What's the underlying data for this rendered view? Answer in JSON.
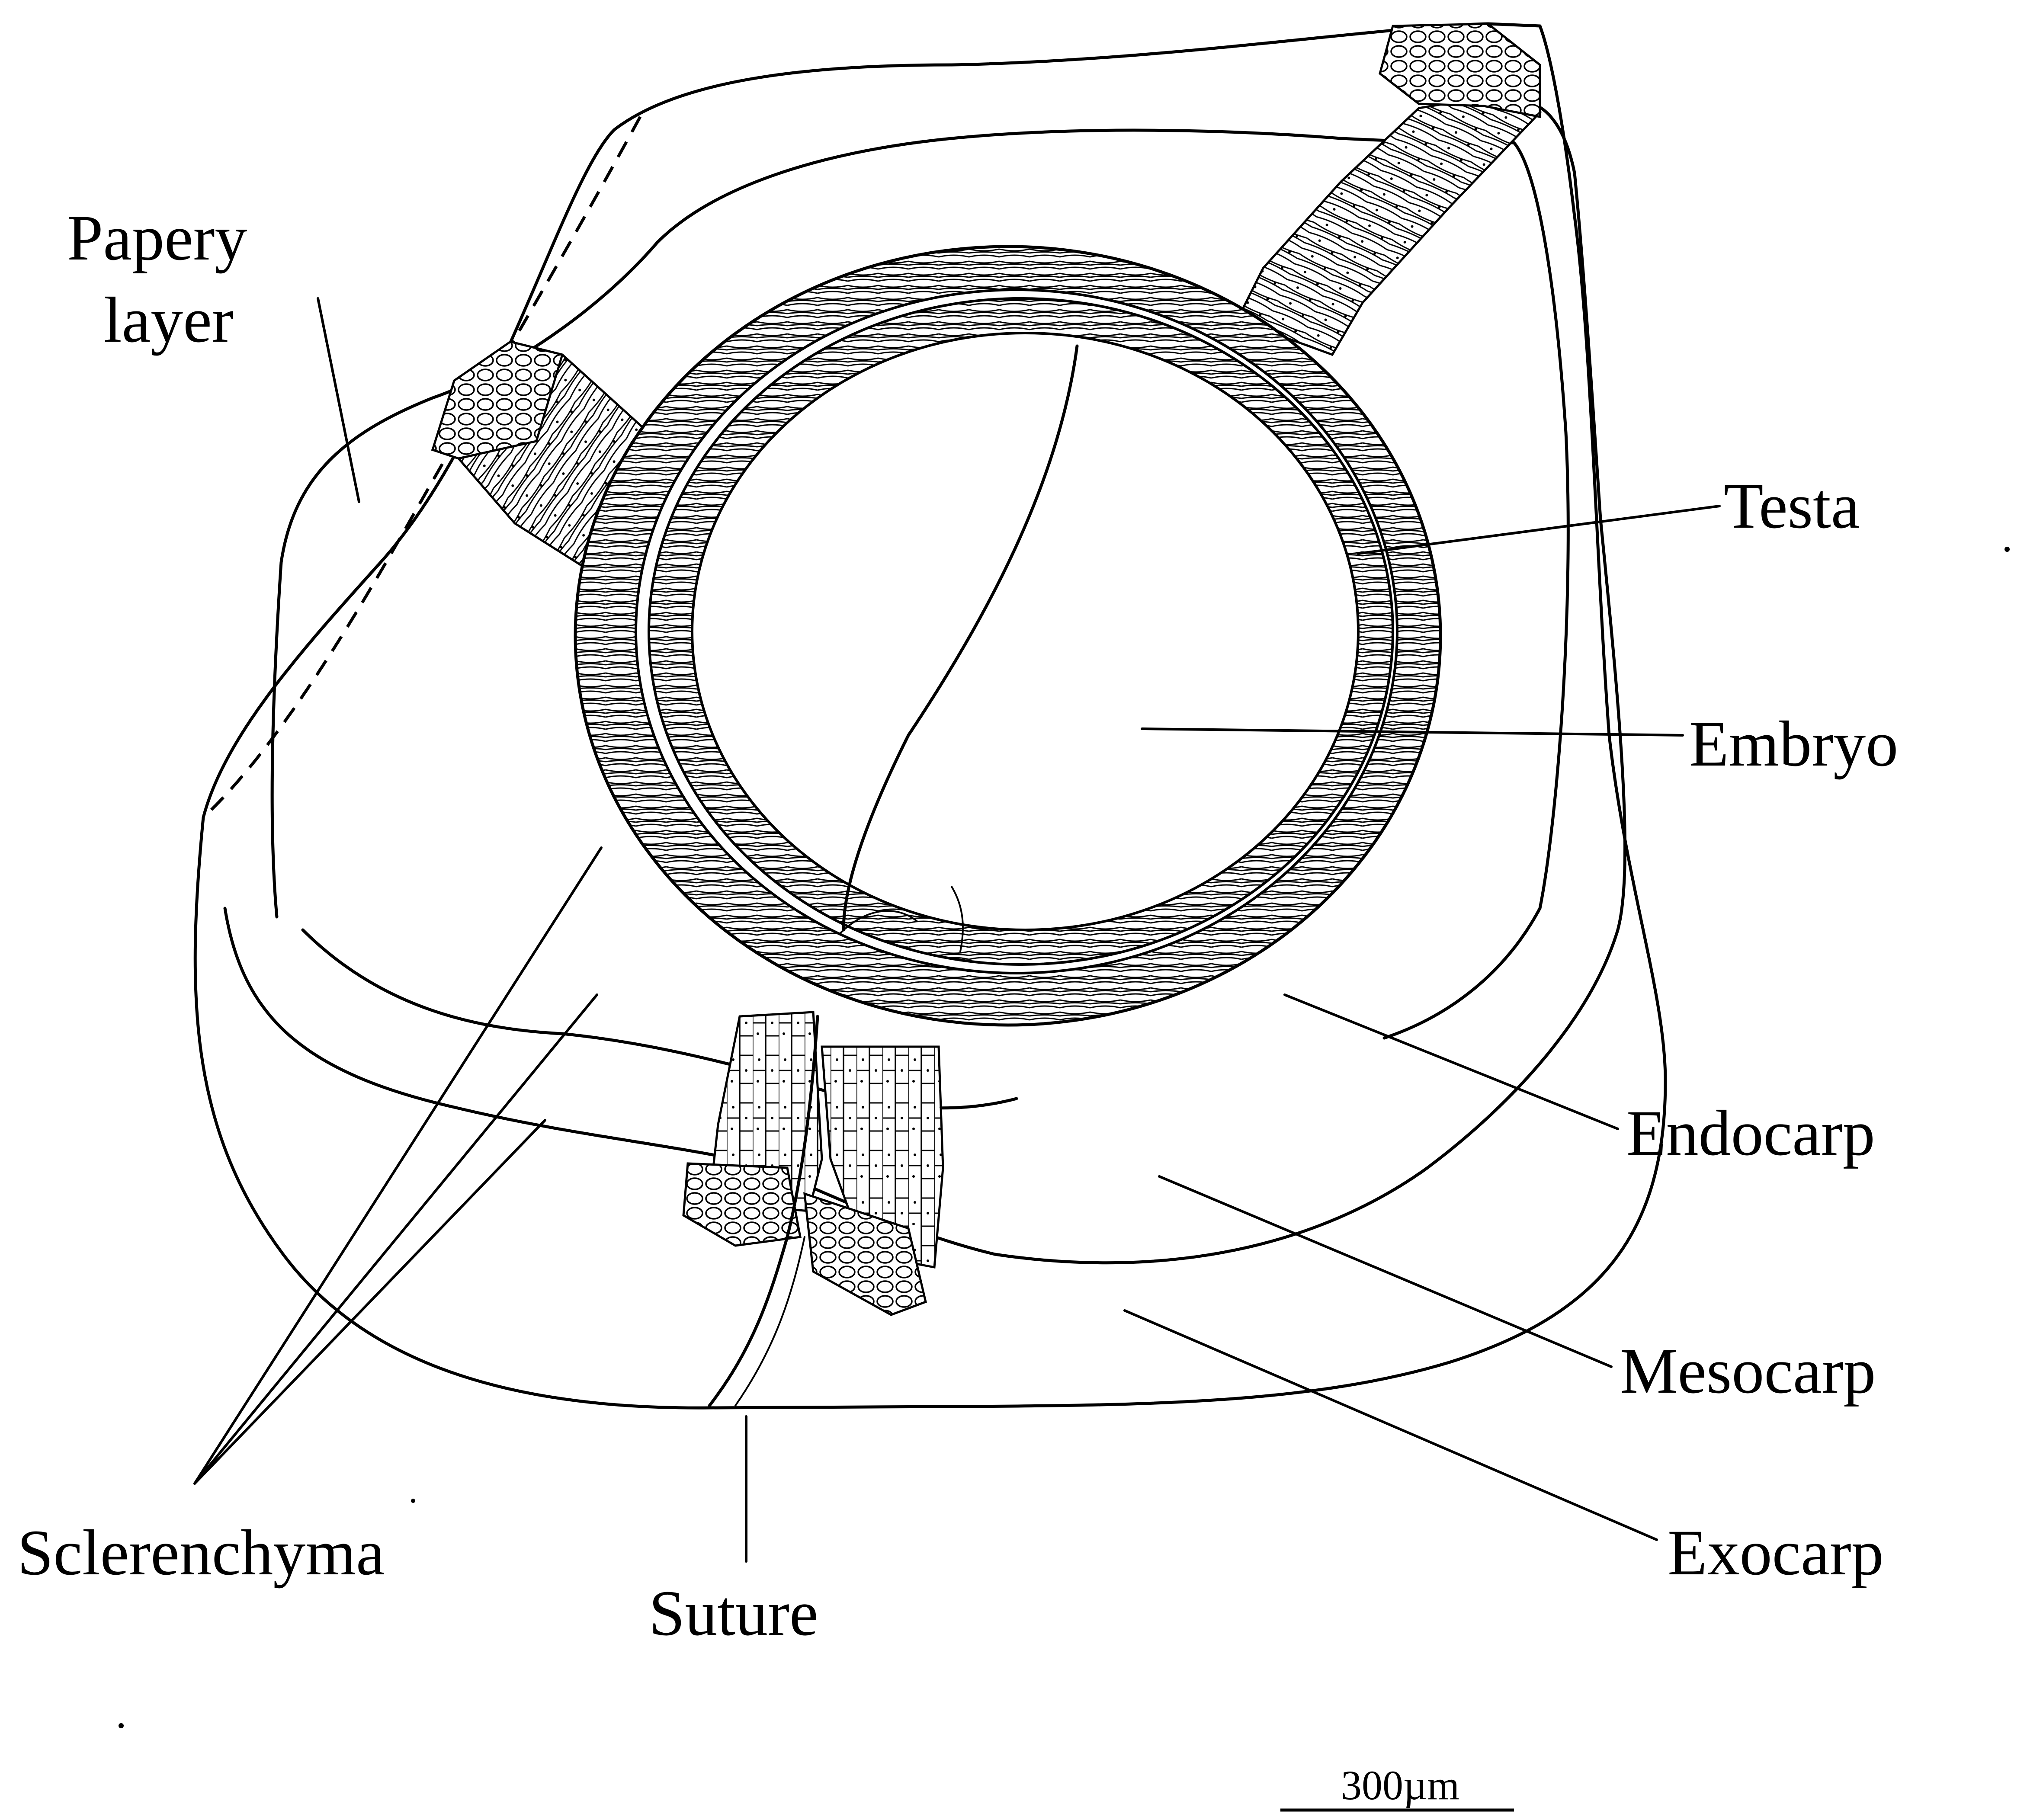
{
  "labels": {
    "papery_layer_line1": "Papery",
    "papery_layer_line2": "layer",
    "testa": "Testa",
    "embryo": "Embryo",
    "endocarp": "Endocarp",
    "mesocarp": "Mesocarp",
    "exocarp": "Exocarp",
    "sclerenchyma": "Sclerenchyma",
    "suture": "Suture"
  },
  "scale_bar": {
    "label": "300µm"
  }
}
